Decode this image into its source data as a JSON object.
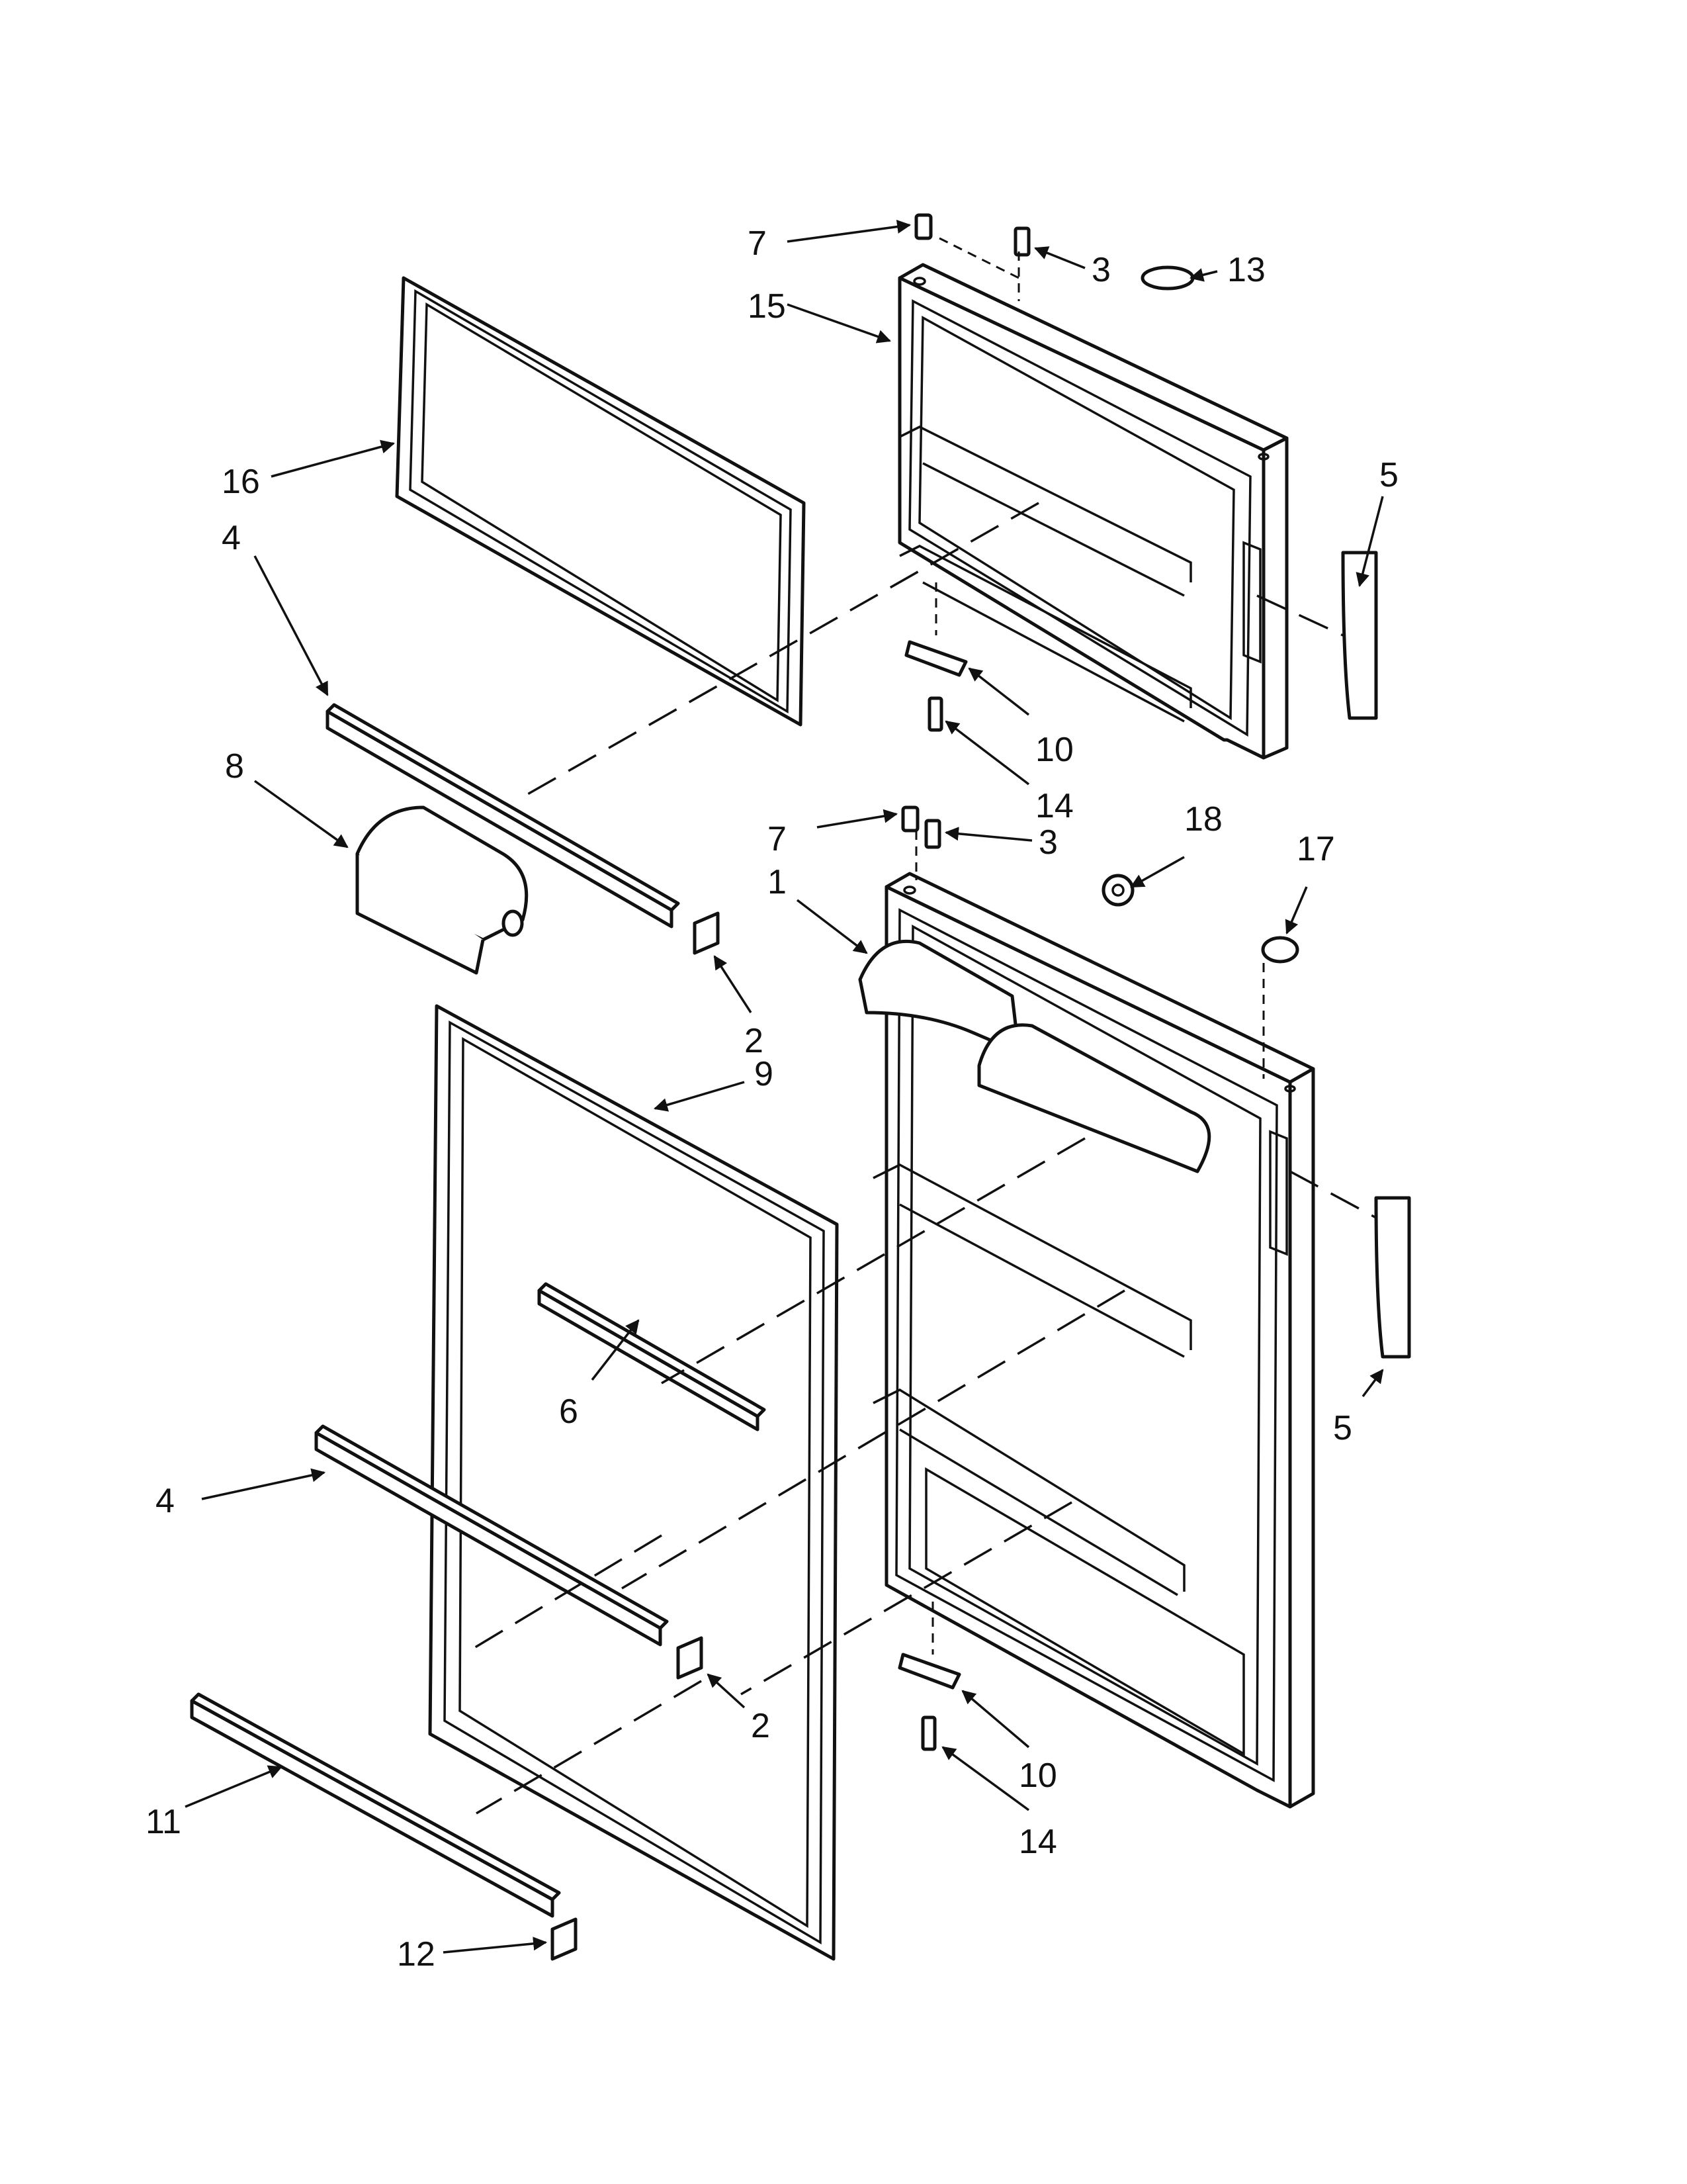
{
  "diagram": {
    "callouts": [
      {
        "id": "c7a",
        "text": "7"
      },
      {
        "id": "c3a",
        "text": "3"
      },
      {
        "id": "c13",
        "text": "13"
      },
      {
        "id": "c15",
        "text": "15"
      },
      {
        "id": "c16",
        "text": "16"
      },
      {
        "id": "c5a",
        "text": "5"
      },
      {
        "id": "c4a",
        "text": "4"
      },
      {
        "id": "c10a",
        "text": "10"
      },
      {
        "id": "c14a",
        "text": "14"
      },
      {
        "id": "c8",
        "text": "8"
      },
      {
        "id": "c7b",
        "text": "7"
      },
      {
        "id": "c3b",
        "text": "3"
      },
      {
        "id": "c18",
        "text": "18"
      },
      {
        "id": "c1",
        "text": "1"
      },
      {
        "id": "c17",
        "text": "17"
      },
      {
        "id": "c2a",
        "text": "2"
      },
      {
        "id": "c9",
        "text": "9"
      },
      {
        "id": "c5b",
        "text": "5"
      },
      {
        "id": "c6",
        "text": "6"
      },
      {
        "id": "c4b",
        "text": "4"
      },
      {
        "id": "c2b",
        "text": "2"
      },
      {
        "id": "c10b",
        "text": "10"
      },
      {
        "id": "c11",
        "text": "11"
      },
      {
        "id": "c14b",
        "text": "14"
      },
      {
        "id": "c12",
        "text": "12"
      }
    ]
  }
}
